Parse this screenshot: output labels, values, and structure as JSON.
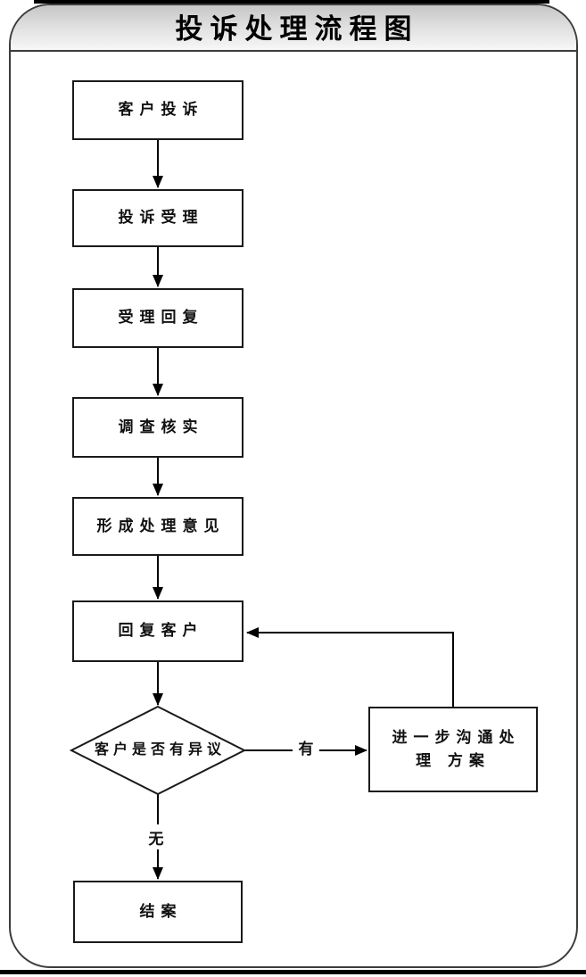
{
  "title": "投诉处理流程图",
  "flow": {
    "nodes": [
      {
        "id": "customer-complaint",
        "type": "process",
        "label": "客户投诉"
      },
      {
        "id": "complaint-acceptance",
        "type": "process",
        "label": "投诉受理"
      },
      {
        "id": "acceptance-reply",
        "type": "process",
        "label": "受理回复"
      },
      {
        "id": "investigate-verify",
        "type": "process",
        "label": "调查核实"
      },
      {
        "id": "form-handling-opinion",
        "type": "process",
        "label": "形成处理意见"
      },
      {
        "id": "reply-customer",
        "type": "process",
        "label": "回复客户"
      },
      {
        "id": "customer-objection",
        "type": "decision",
        "label": "客户是否有异议"
      },
      {
        "id": "further-communication",
        "type": "process",
        "label": "进一步沟通处理 方案"
      },
      {
        "id": "close-case",
        "type": "process",
        "label": "结案"
      }
    ],
    "edge_labels": {
      "yes": "有",
      "no": "无"
    }
  },
  "colors": {
    "line": "#000000",
    "box_border": "#1a1a1a",
    "frame_border": "#3c3c3c",
    "header_gradient_top": "#c6c6c6",
    "header_gradient_bottom": "#f7f7f7"
  }
}
